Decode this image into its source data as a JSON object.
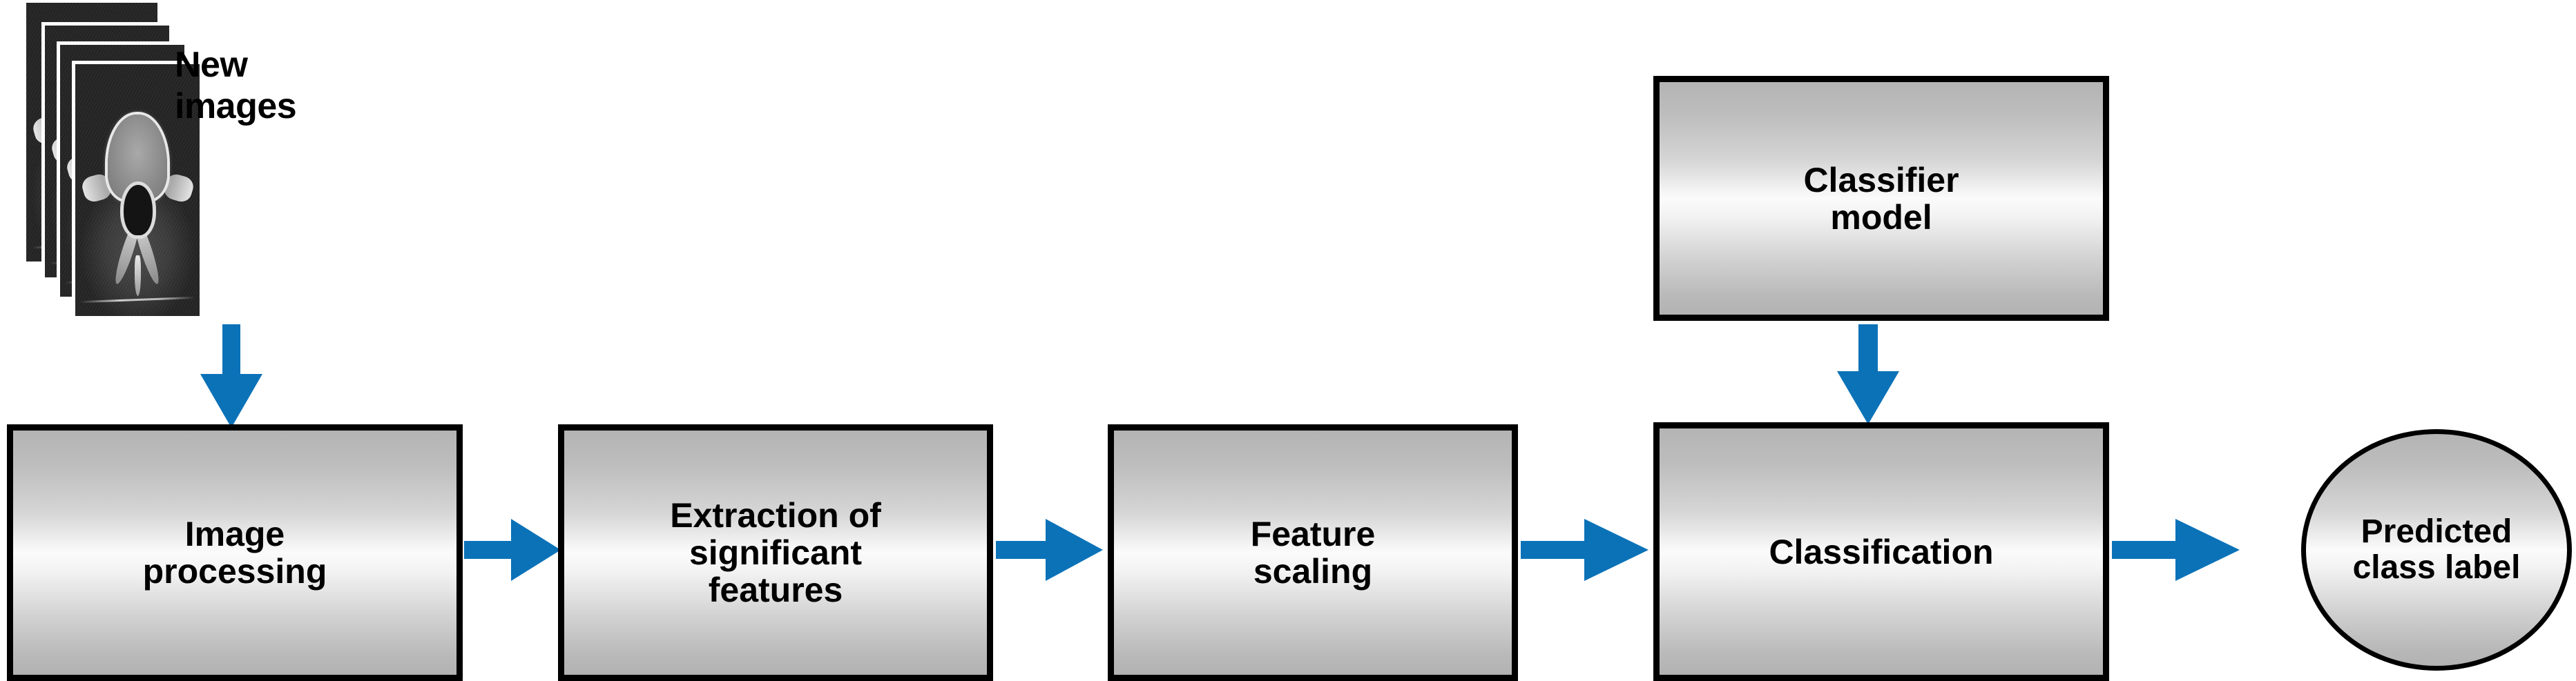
{
  "diagram": {
    "title": "Classification pipeline flowchart",
    "accent_color": "#0b72b8",
    "node_border_color": "#000000",
    "node_fill_top": "#b4b4b4",
    "node_fill_mid": "#fbfbfb",
    "node_fill_bottom": "#b2b2b2",
    "background": "#ffffff"
  },
  "input": {
    "stack_label": "New\nimages",
    "stack_count": 4,
    "image_kind": "axial-ct-vertebra-slice"
  },
  "nodes": [
    {
      "id": "image-processing",
      "label": "Image\nprocessing",
      "shape": "rect"
    },
    {
      "id": "extraction",
      "label": "Extraction of\nsignificant\nfeatures",
      "shape": "rect"
    },
    {
      "id": "feature-scaling",
      "label": "Feature\nscaling",
      "shape": "rect"
    },
    {
      "id": "classifier-model",
      "label": "Classifier\nmodel",
      "shape": "rect"
    },
    {
      "id": "classification",
      "label": "Classification",
      "shape": "rect"
    },
    {
      "id": "predicted-class",
      "label": "Predicted\nclass label",
      "shape": "ellipse"
    }
  ],
  "edges": [
    {
      "id": "images-to-processing",
      "from": "new-images",
      "to": "image-processing",
      "direction": "down"
    },
    {
      "id": "processing-to-extraction",
      "from": "image-processing",
      "to": "extraction",
      "direction": "right"
    },
    {
      "id": "extraction-to-scaling",
      "from": "extraction",
      "to": "feature-scaling",
      "direction": "right"
    },
    {
      "id": "scaling-to-classification",
      "from": "feature-scaling",
      "to": "classification",
      "direction": "right"
    },
    {
      "id": "model-to-classification",
      "from": "classifier-model",
      "to": "classification",
      "direction": "down"
    },
    {
      "id": "classification-to-result",
      "from": "classification",
      "to": "predicted-class",
      "direction": "right"
    }
  ]
}
